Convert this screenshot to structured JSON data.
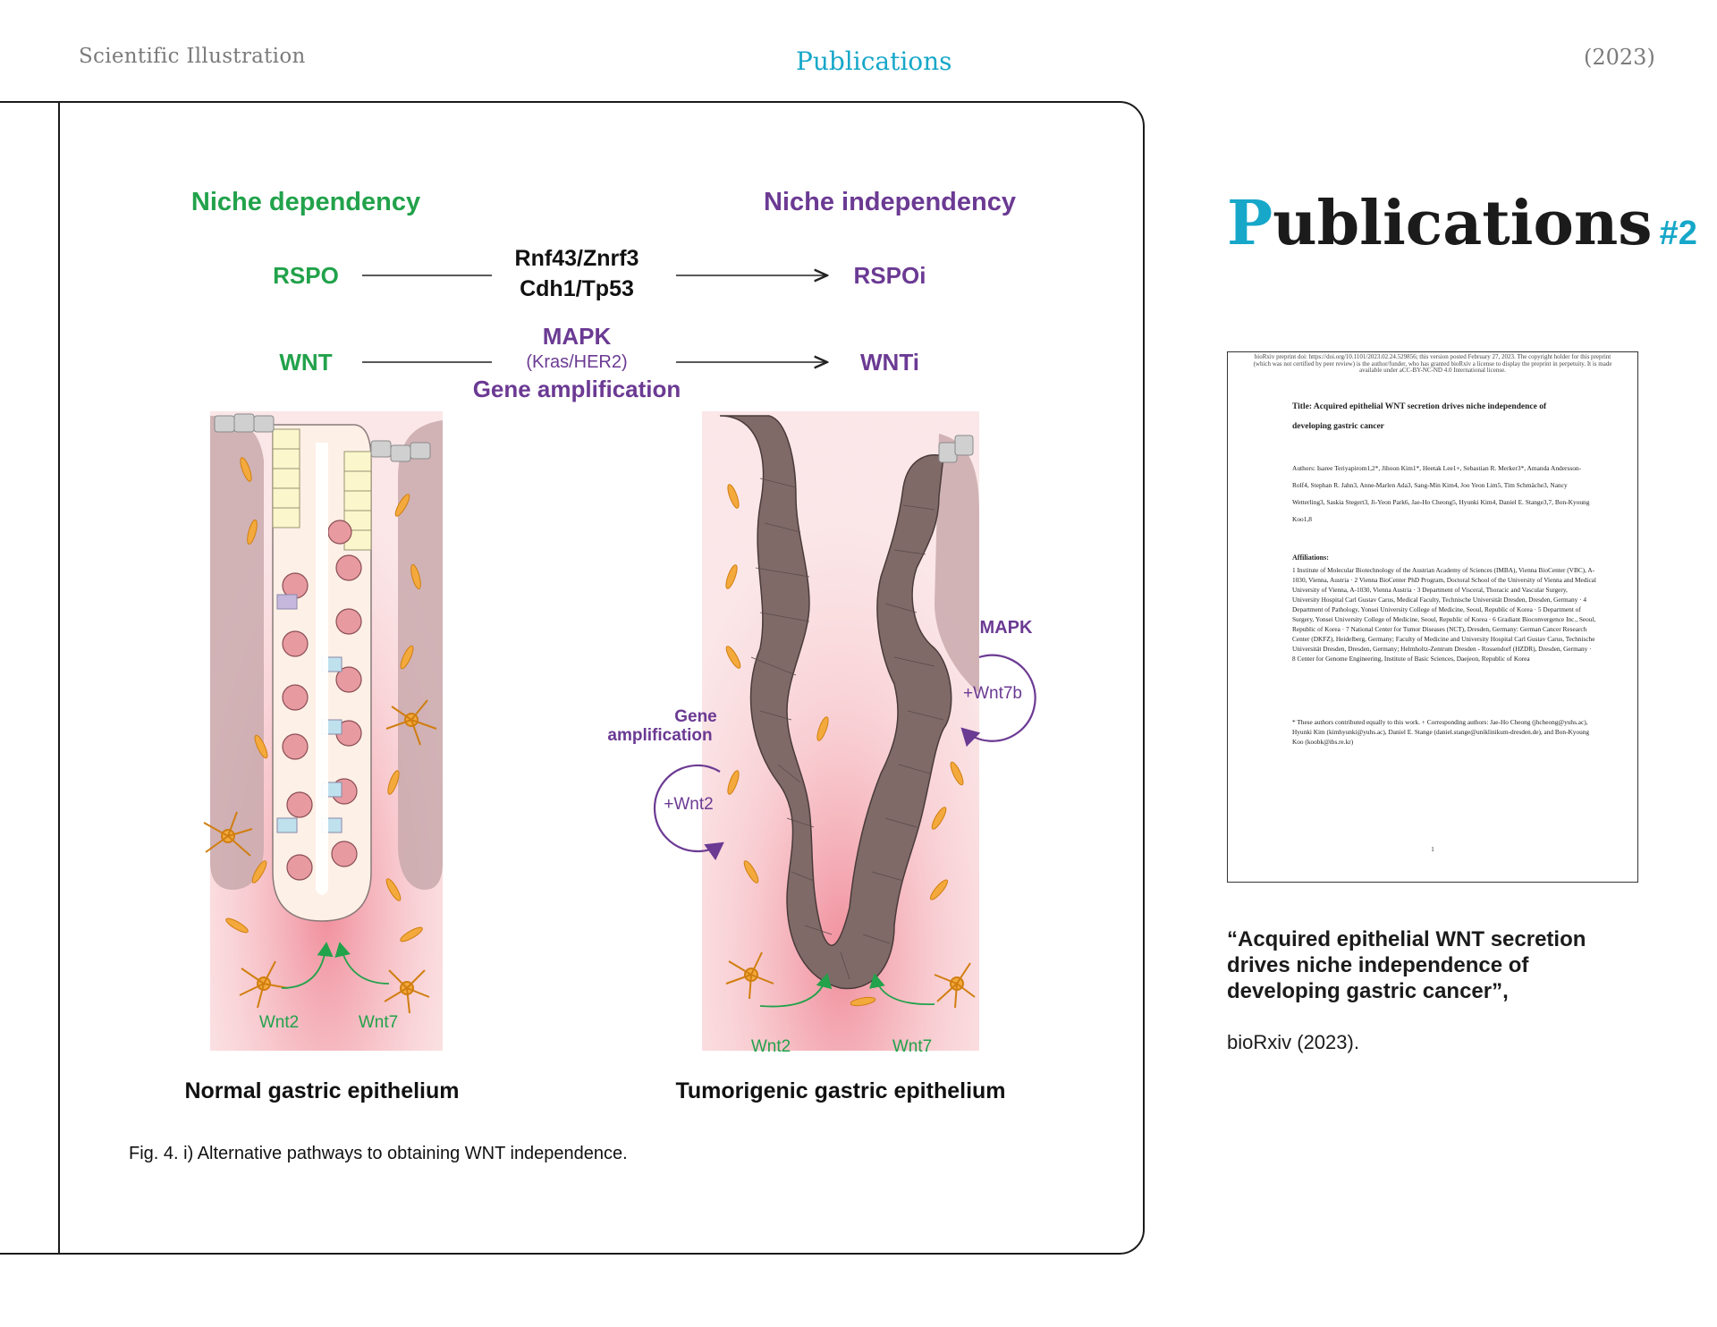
{
  "header": {
    "left": "Scientific Illustration",
    "center": "Publications",
    "right": "(2023)"
  },
  "figure": {
    "left_heading": "Niche dependency",
    "right_heading": "Niche independency",
    "rspo": "RSPO",
    "rspoi": "RSPOi",
    "wnt": "WNT",
    "wnti": "WNTi",
    "genes_line1": "Rnf43/Znrf3",
    "genes_line2": "Cdh1/Tp53",
    "mapk": "MAPK",
    "kras": "(Kras/HER2)",
    "gene_amp": "Gene amplification",
    "mapk_side": "MAPK",
    "wnt7b": "+Wnt7b",
    "gene_side_1": "Gene",
    "gene_side_2": "amplification",
    "wnt2_side": "+Wnt2",
    "normal_wnt2": "Wnt2",
    "normal_wnt7": "Wnt7",
    "tumor_wnt2": "Wnt2",
    "tumor_wnt7": "Wnt7",
    "normal_label": "Normal gastric epithelium",
    "tumor_label": "Tumorigenic gastric epithelium",
    "caption": "Fig. 4. i) Alternative pathways to obtaining WNT independence.",
    "colors": {
      "green": "#22a24b",
      "purple": "#6b3a93",
      "cells": "#7f6a68",
      "stroma": "#f2a3ac"
    }
  },
  "side": {
    "title_first": "P",
    "title_rest": "ublications",
    "title_hash": "#2",
    "quote": "“Acquired epithelial WNT secretion drives niche independence of developing gastric cancer”,",
    "source": "bioRxiv (2023)."
  },
  "paper": {
    "header_note": "bioRxiv preprint doi: https://doi.org/10.1101/2023.02.24.529856; this version posted February 27, 2023. The copyright holder for this preprint (which was not certified by peer review) is the author/funder, who has granted bioRxiv a license to display the preprint in perpetuity. It is made available under aCC-BY-NC-ND 4.0 International license.",
    "title": "Title: Acquired epithelial WNT secretion drives niche independence of developing gastric cancer",
    "authors": "Authors: Isaree Teriyapirom1,2*, Jihoon Kim1*, Heetak Lee1+, Sebastian R. Merker3*, Amanda Andersson-Rolf4, Stephan R. Jahn3, Anne-Marlen Ada3, Sang-Min Kim4, Joo Yeon Lim5, Tim Schmäche3, Nancy Wetterling3, Saskia Stegert3, Ji-Yeon Park6, Jae-Ho Cheong5, Hyunki Kim4, Daniel E. Stange3,7, Bon-Kyoung Koo1,8",
    "aff_heading": "Affiliations:",
    "affiliations": "1 Institute of Molecular Biotechnology of the Austrian Academy of Sciences (IMBA), Vienna BioCenter (VBC), A-1030, Vienna, Austria · 2 Vienna BioCenter PhD Program, Doctoral School of the University of Vienna and Medical University of Vienna, A-1030, Vienna Austria · 3 Department of Visceral, Thoracic and Vascular Surgery, University Hospital Carl Gustav Carus, Medical Faculty, Technische Universität Dresden, Dresden, Germany · 4 Department of Pathology, Yonsei University College of Medicine, Seoul, Republic of Korea · 5 Department of Surgery, Yonsei University College of Medicine, Seoul, Republic of Korea · 6 Gradiant Bioconvergence Inc., Seoul, Republic of Korea · 7 National Center for Tumor Diseases (NCT), Dresden, Germany: German Cancer Research Center (DKFZ), Heidelberg, Germany; Faculty of Medicine and University Hospital Carl Gustav Carus, Technische Universität Dresden, Dresden, Germany; Helmholtz-Zentrum Dresden - Rossendorf (HZDR), Dresden, Germany · 8 Center for Genome Engineering, Institute of Basic Sciences, Daejeon, Republic of Korea",
    "notes": "* These authors contributed equally to this work. + Corresponding authors: Jae-Ho Cheong (jhcheong@yuhs.ac), Hyunki Kim (kimhyunki@yuhs.ac), Daniel E. Stange (daniel.stange@uniklinikum-dresden.de), and Bon-Kyoung Koo (koobk@ibs.re.kr)",
    "page_number": "1"
  }
}
